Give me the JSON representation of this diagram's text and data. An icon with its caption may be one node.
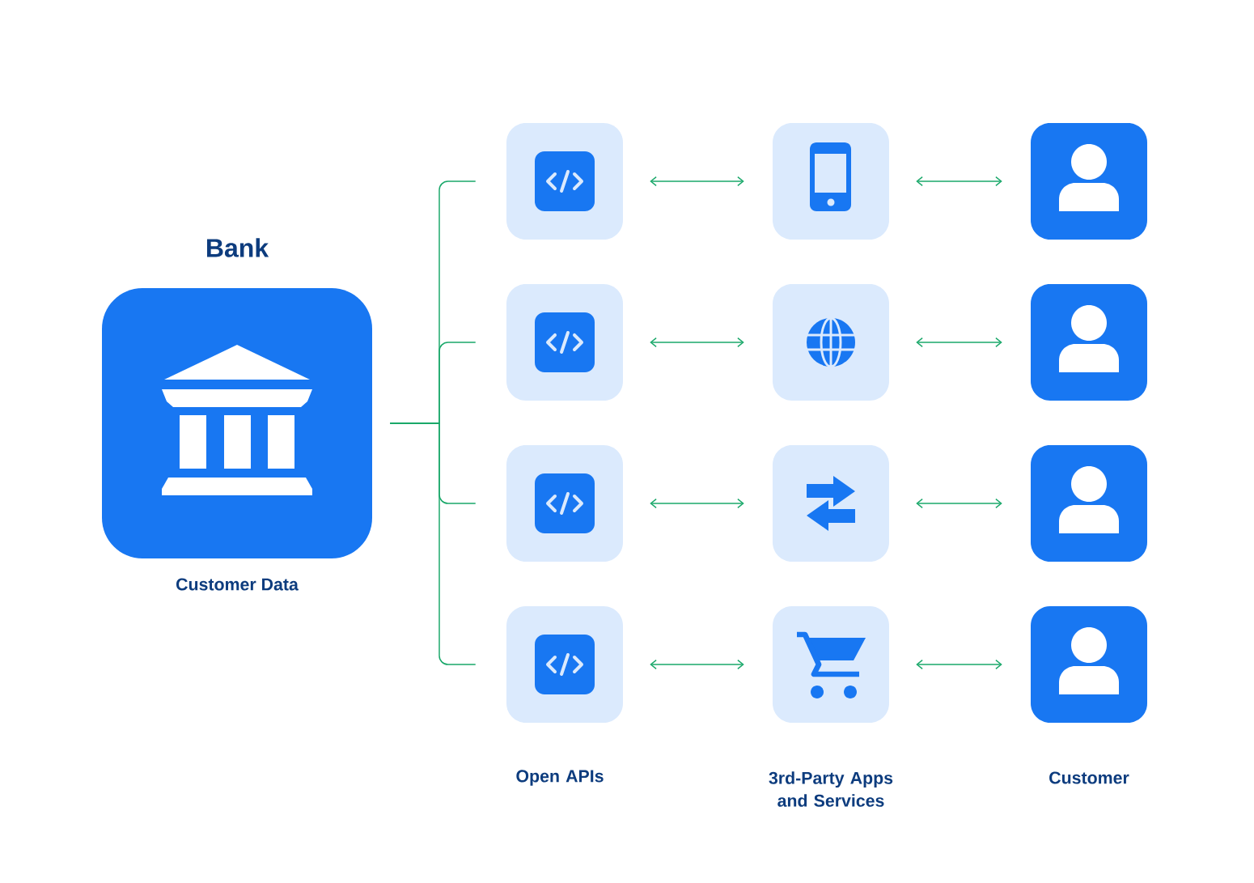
{
  "diagram": {
    "nodes": [
      {
        "text": [
          "Bank"
        ],
        "beside": [
          "Customer Data"
        ]
      },
      {
        "text": [],
        "shape": "box"
      },
      {
        "text": [],
        "shape": "box"
      },
      {
        "text": [],
        "shape": "box"
      },
      {
        "text": [],
        "shape": "box"
      },
      {
        "text": [],
        "shape": "box"
      },
      {
        "text": [],
        "shape": "box"
      },
      {
        "text": [],
        "shape": "box"
      },
      {
        "text": [],
        "shape": "box"
      },
      {
        "text": [],
        "shape": "box"
      },
      {
        "text": [],
        "shape": "box"
      },
      {
        "text": [],
        "shape": "box"
      },
      {
        "text": [],
        "shape": "box"
      }
    ],
    "edges": [
      {
        "from": 0,
        "to": 1,
        "arrow": "none"
      },
      {
        "from": 0,
        "to": 2,
        "arrow": "none"
      },
      {
        "from": 0,
        "to": 3,
        "arrow": "none"
      },
      {
        "from": 0,
        "to": 4,
        "arrow": "none"
      },
      {
        "from": 1,
        "to": 5,
        "arrow": "both"
      },
      {
        "from": 2,
        "to": 6,
        "arrow": "both"
      },
      {
        "from": 3,
        "to": 7,
        "arrow": "both"
      },
      {
        "from": 4,
        "to": 8,
        "arrow": "both"
      },
      {
        "from": 5,
        "to": 9,
        "arrow": "both"
      },
      {
        "from": 6,
        "to": 10,
        "arrow": "both"
      },
      {
        "from": 7,
        "to": 11,
        "arrow": "both"
      },
      {
        "from": 8,
        "to": 12,
        "arrow": "both"
      }
    ],
    "labels": [
      "Open APIs",
      "3rd-Party Apps and Services",
      "Customer"
    ]
  }
}
